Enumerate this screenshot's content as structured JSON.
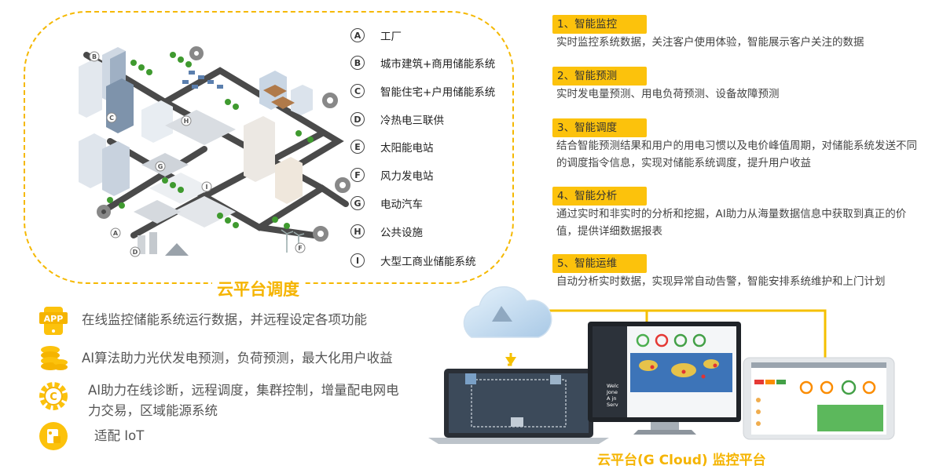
{
  "frame": {
    "title": "云平台调度"
  },
  "legend": [
    {
      "letter": "A",
      "label": "工厂"
    },
    {
      "letter": "B",
      "label": "城市建筑+商用储能系统"
    },
    {
      "letter": "C",
      "label": "智能住宅+户用储能系统"
    },
    {
      "letter": "D",
      "label": "冷热电三联供"
    },
    {
      "letter": "E",
      "label": "太阳能电站"
    },
    {
      "letter": "F",
      "label": "风力发电站"
    },
    {
      "letter": "G",
      "label": "电动汽车"
    },
    {
      "letter": "H",
      "label": "公共设施"
    },
    {
      "letter": "I",
      "label": "大型工商业储能系统"
    }
  ],
  "features": [
    {
      "tag": "1、智能监控",
      "desc": "实时监控系统数据，关注客户使用体验，智能展示客户关注的数据"
    },
    {
      "tag": "2、智能预测",
      "desc": "实时发电量预测、用电负荷预测、设备故障预测"
    },
    {
      "tag": "3、智能调度",
      "desc": "结合智能预测结果和用户的用电习惯以及电价峰值周期，对储能系统发送不同的调度指令信息，实现对储能系统调度，提升用户收益"
    },
    {
      "tag": "4、智能分析",
      "desc": "通过实时和非实时的分析和挖掘，AI助力从海量数据信息中获取到真正的价值，提供详细数据报表"
    },
    {
      "tag": "5、智能运维",
      "desc": "自动分析实时数据，实现异常自动告警，智能安排系统维护和上门计划"
    }
  ],
  "bullets": [
    {
      "icon": "app-icon",
      "icon_text": "APP",
      "text": "在线监控储能系统运行数据，并远程设定各项功能"
    },
    {
      "icon": "coins-icon",
      "text": "AI算法助力光伏发电预测，负荷预测，最大化用户收益"
    },
    {
      "icon": "gear-c-icon",
      "icon_text": "C",
      "text": "AI助力在线诊断，远程调度，集群控制，增量配电网电力交易，区域能源系统"
    },
    {
      "icon": "iot-icon",
      "text": "适配 IoT"
    }
  ],
  "cloud": {
    "title": "云平台(G Cloud) 监控平台"
  },
  "monitor": {
    "text": "Welc\nJone\nA jn\nServ"
  },
  "colors": {
    "accent": "#f5b400",
    "tag": "#fcc20c",
    "road": "#4a4a4a",
    "tree": "#3f9a2f"
  }
}
